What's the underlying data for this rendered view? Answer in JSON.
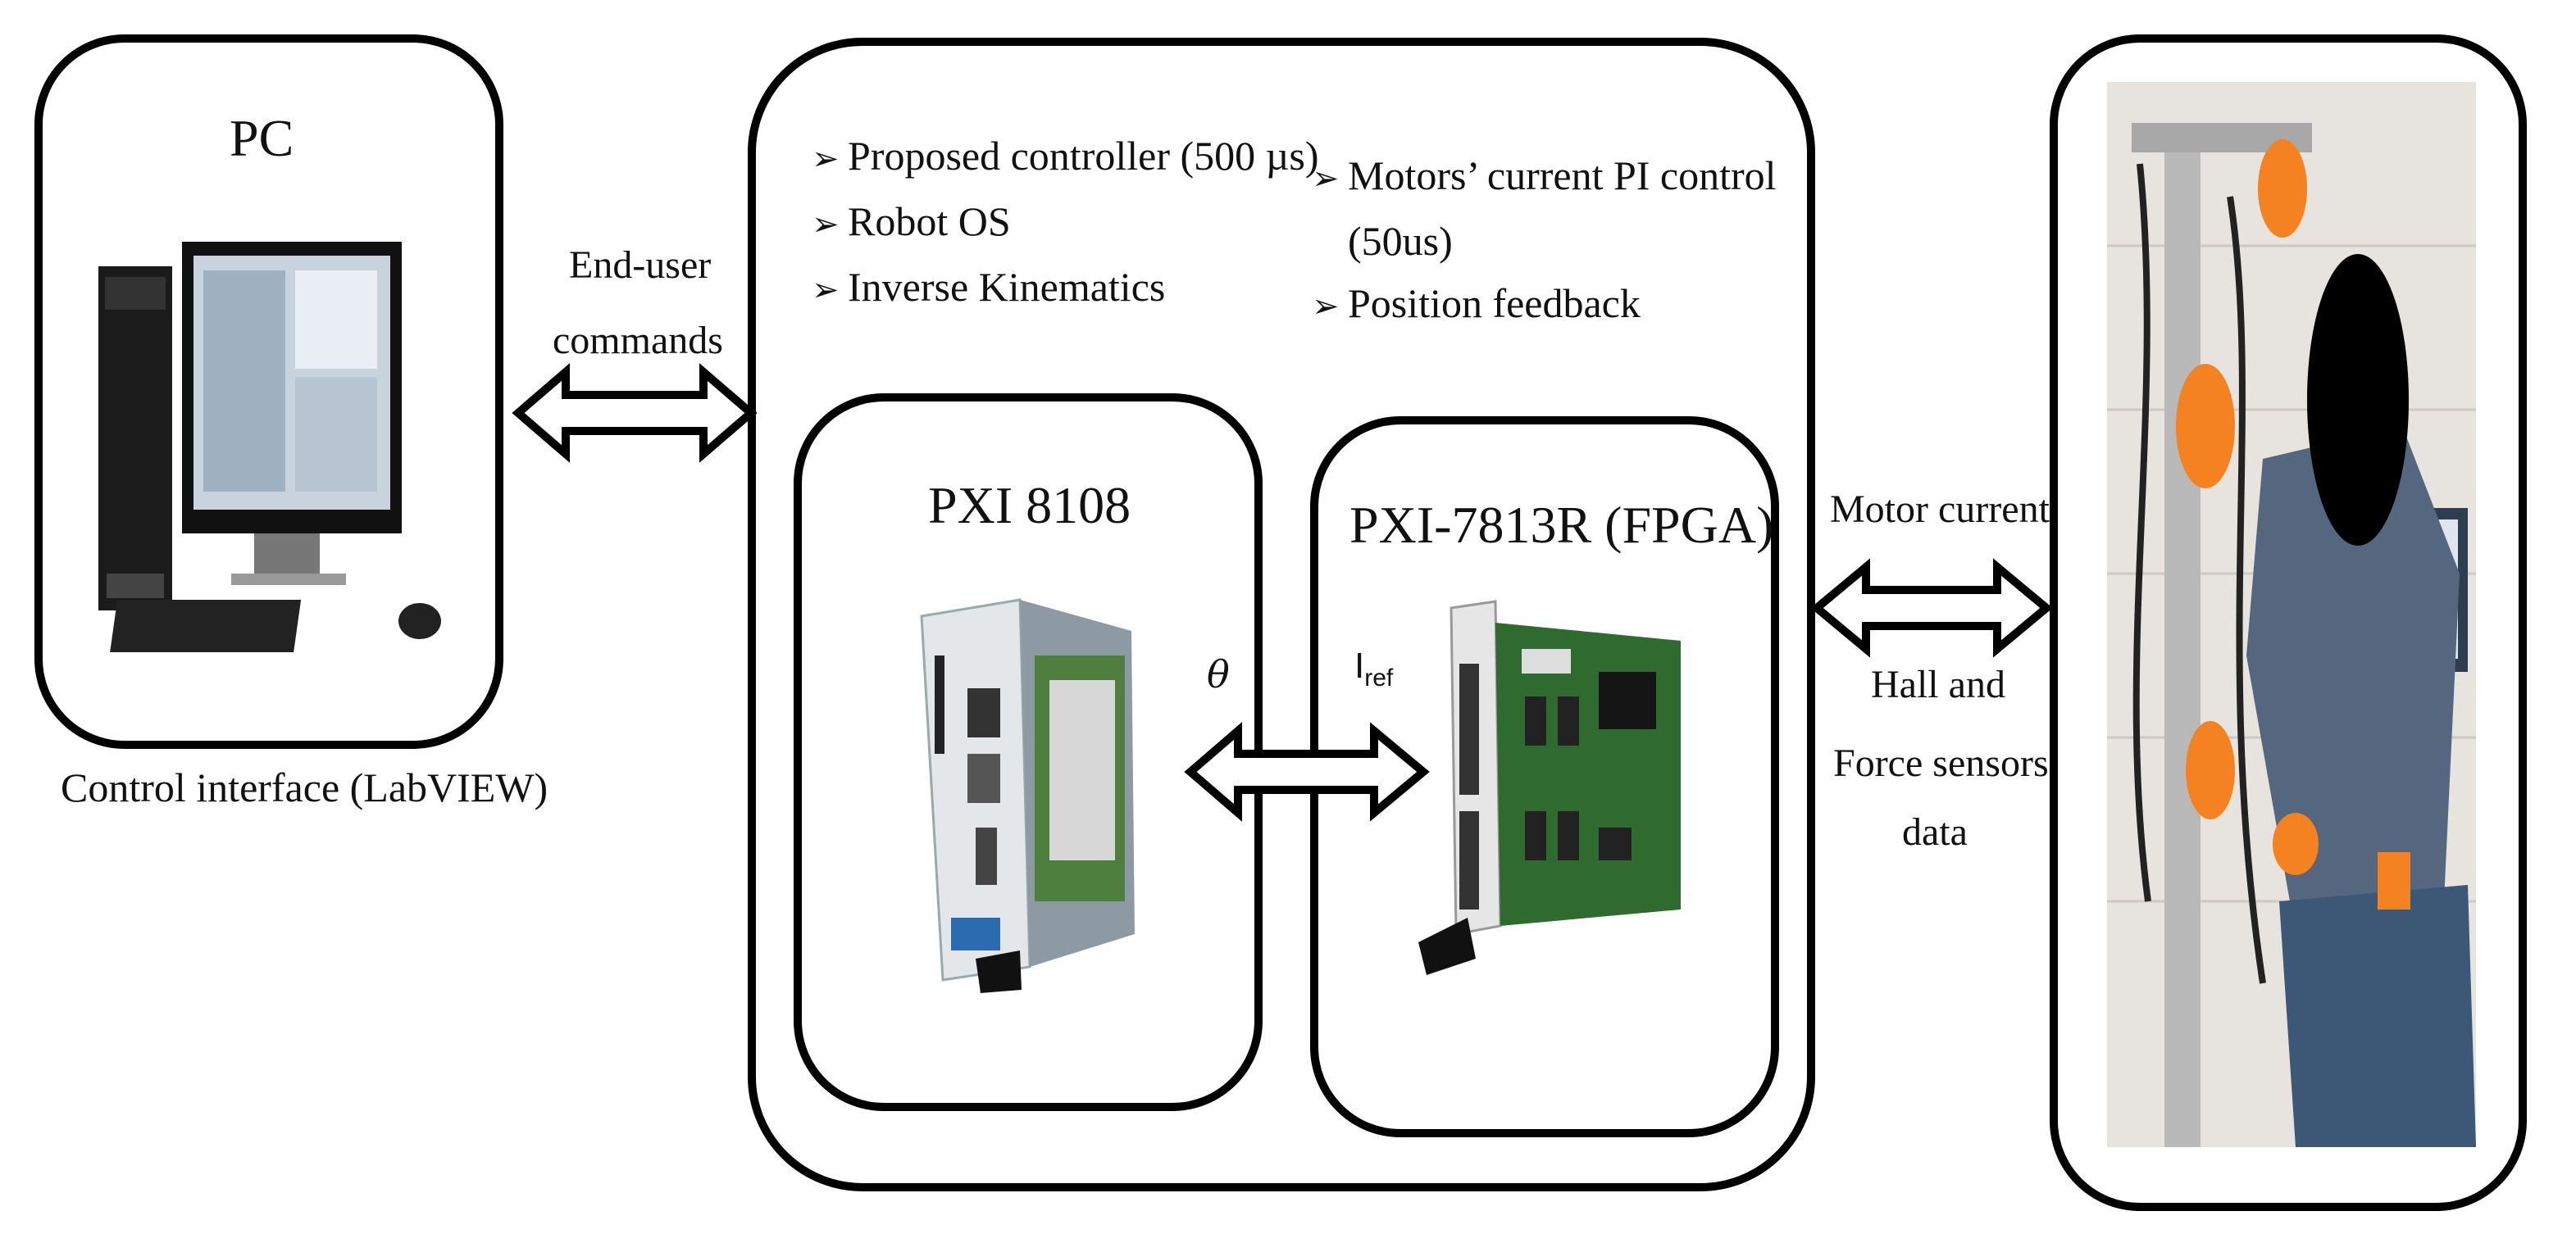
{
  "pc": {
    "title": "PC",
    "caption": "Control interface (LabVIEW)"
  },
  "arrow_labels": {
    "end_user_1": "End-user",
    "end_user_2": "commands",
    "motor_current": "Motor current",
    "sensors_1": "Hall and",
    "sensors_2": "Force sensors",
    "sensors_3": "data",
    "theta": "θ",
    "iref_main": "I",
    "iref_sub": "ref"
  },
  "controller": {
    "left_bullets": [
      "Proposed controller (500 µs)",
      "Robot OS",
      "Inverse Kinematics"
    ],
    "right_bullets": [
      "Motors’ current PI control",
      "(50us)",
      "Position feedback"
    ],
    "pxi8108_title": "PXI 8108",
    "fpga_title": "PXI-7813R (FPGA)"
  },
  "icons": {
    "bullet": "arrowhead-bullet-icon",
    "pc": "desktop-computer-icon",
    "pxi8108": "pxi-controller-card-icon",
    "fpga": "fpga-card-icon",
    "robot": "exoskeleton-robot-photo-icon"
  },
  "colors": {
    "outline": "#000000",
    "accent_orange": "#f58220",
    "board_green": "#2f6b2f"
  }
}
